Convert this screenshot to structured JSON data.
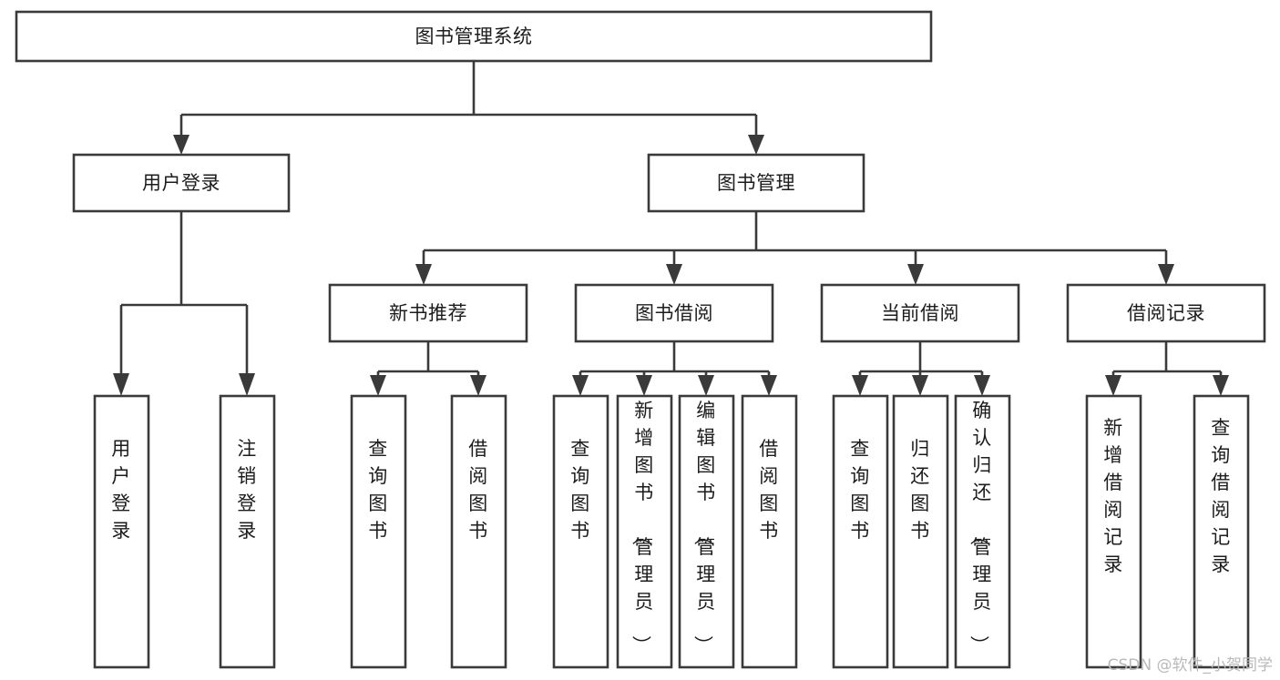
{
  "diagram": {
    "title": "图书管理系统",
    "type": "hierarchy-tree",
    "watermark": "CSDN @软件_小贺同学",
    "colors": {
      "stroke": "#3a3a3a",
      "fill": "#ffffff",
      "text": "#1c1c1c",
      "watermark": "#b9b9b9"
    },
    "nodes": {
      "root": {
        "label": "图书管理系统"
      },
      "level2": [
        {
          "id": "user-login",
          "label": "用户登录"
        },
        {
          "id": "book-manage",
          "label": "图书管理"
        }
      ],
      "level3": [
        {
          "id": "new-book-recommend",
          "label": "新书推荐"
        },
        {
          "id": "book-borrow",
          "label": "图书借阅"
        },
        {
          "id": "current-borrow",
          "label": "当前借阅"
        },
        {
          "id": "borrow-record",
          "label": "借阅记录"
        }
      ],
      "leaves": {
        "user-login": [
          {
            "id": "leaf-user-login",
            "label": "用户登录"
          },
          {
            "id": "leaf-user-logout",
            "label": "注销登录"
          }
        ],
        "new-book-recommend": [
          {
            "id": "leaf-query-book-1",
            "label": "查询图书"
          },
          {
            "id": "leaf-borrow-book-1",
            "label": "借阅图书"
          }
        ],
        "book-borrow": [
          {
            "id": "leaf-query-book-2",
            "label": "查询图书"
          },
          {
            "id": "leaf-add-book",
            "label": "新增图书（管理员）"
          },
          {
            "id": "leaf-edit-book",
            "label": "编辑图书（管理员）"
          },
          {
            "id": "leaf-borrow-book-2",
            "label": "借阅图书"
          }
        ],
        "current-borrow": [
          {
            "id": "leaf-query-book-3",
            "label": "查询图书"
          },
          {
            "id": "leaf-return-book",
            "label": "归还图书"
          },
          {
            "id": "leaf-confirm-return",
            "label": "确认归还（管理员）"
          }
        ],
        "borrow-record": [
          {
            "id": "leaf-add-record",
            "label": "新增借阅记录"
          },
          {
            "id": "leaf-query-record",
            "label": "查询借阅记录"
          }
        ]
      }
    }
  }
}
